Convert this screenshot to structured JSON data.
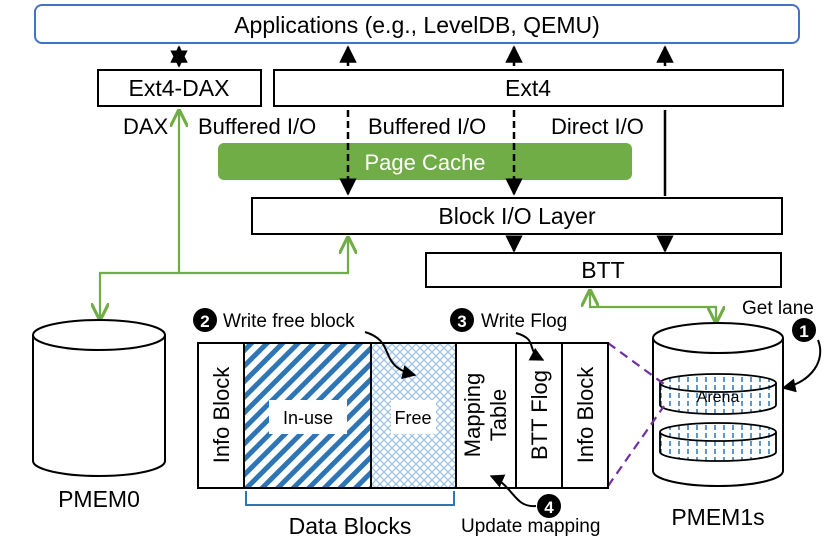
{
  "apps_label": "Applications (e.g., LevelDB, QEMU)",
  "ext4dax_label": "Ext4-DAX",
  "ext4_label": "Ext4",
  "io_paths": {
    "dax": "DAX",
    "buffered_left": "Buffered I/O",
    "buffered_right": "Buffered I/O",
    "direct": "Direct I/O"
  },
  "page_cache_label": "Page Cache",
  "block_io_label": "Block I/O Layer",
  "btt_label": "BTT",
  "pmem0_label": "PMEM0",
  "pmem1s_label": "PMEM1s",
  "arena_label": "Arena",
  "steps": {
    "s1": {
      "num": "1",
      "text": "Get lane"
    },
    "s2": {
      "num": "2",
      "text": "Write free block"
    },
    "s3": {
      "num": "3",
      "text": "Write Flog"
    },
    "s4": {
      "num": "4",
      "text": "Update mapping"
    }
  },
  "layout_cells": {
    "info_block_left": "Info Block",
    "in_use": "In-use",
    "free": "Free",
    "mapping_table_line1": "Mapping",
    "mapping_table_line2": "Table",
    "btt_flog": "BTT Flog",
    "info_block_right": "Info Block"
  },
  "data_blocks_label": "Data Blocks",
  "colors": {
    "apps_border": "#4472c4",
    "page_cache_fill": "#70ad47",
    "green_arrow": "#70ad47",
    "hatch_blue": "#2e75b6",
    "crosshatch_blue": "#9dc3e6",
    "arena_dash": "#2e75b6",
    "purple_dashed": "#7030a0",
    "brace_blue": "#2e75b6"
  }
}
